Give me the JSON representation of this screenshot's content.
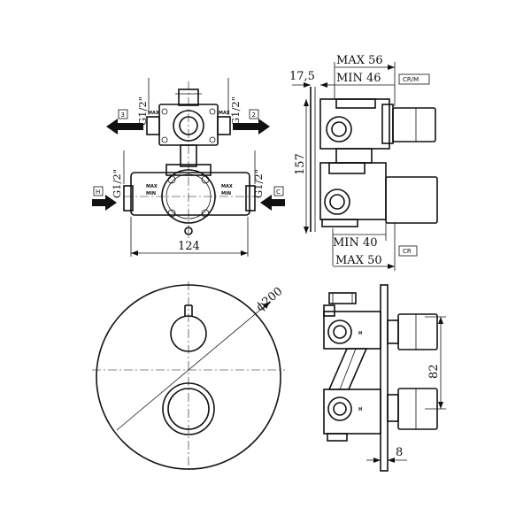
{
  "labels": {
    "g_thread": "G1/2\"",
    "port_3": "3",
    "port_2": "2",
    "port_h": "H",
    "port_c": "C",
    "max_small": "MAX",
    "min_small": "MIN",
    "width_124": "124",
    "max_56": "MAX 56",
    "dim_17_5": "17,5",
    "min_46": "MIN 46",
    "height_157": "157",
    "min_40": "MIN 40",
    "max_50": "MAX 50",
    "finish_crm": "CR/M",
    "finish_cr": "CR",
    "diameter_200": "ϕ200",
    "dim_82": "82",
    "dim_8": "8",
    "letter_h": "H"
  }
}
